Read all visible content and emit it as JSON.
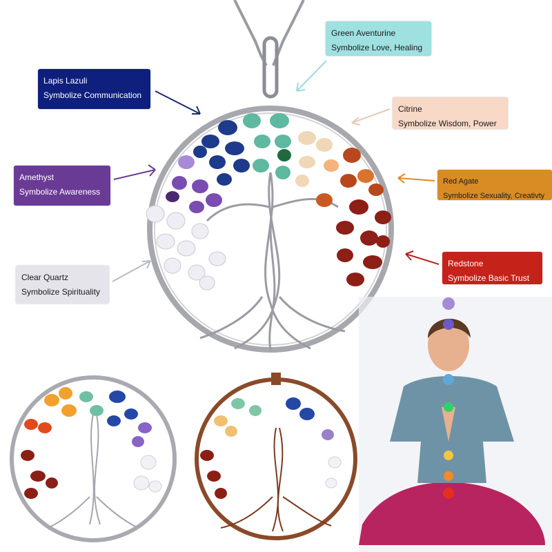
{
  "labels": {
    "green_aventurine": {
      "name": "Green Aventurine",
      "meaning": "Symbolize Love, Healing",
      "bg": "#9fe0e1",
      "arrow": "#9fd9de"
    },
    "lapis_lazuli": {
      "name": "Lapis Lazuli",
      "meaning": "Symbolize Communication",
      "bg": "#0f1f7e",
      "arrow": "#1a2a78"
    },
    "citrine": {
      "name": "Citrine",
      "meaning": "Symbolize Wisdom, Power",
      "bg": "#f8d8c6",
      "arrow": "#e9c9b6"
    },
    "amethyst": {
      "name": "Amethyst",
      "meaning": "Symbolize Awareness",
      "bg": "#6a3b95",
      "arrow": "#6a3b95"
    },
    "red_agate": {
      "name": "Red Agate",
      "meaning": "Symbolize Sexuality, Creativty",
      "bg": "#d98c24",
      "arrow": "#d98c24"
    },
    "clear_quartz": {
      "name": "Clear Quartz",
      "meaning": "Symbolize Spirituality",
      "bg": "#e4e4ea",
      "arrow": "#b9bac2"
    },
    "redstone": {
      "name": "Redstone",
      "meaning": "Symbolize Basic Trust",
      "bg": "#c5221a",
      "arrow": "#b71f1a"
    }
  },
  "colors": {
    "silver_wire": "#a9a9b0",
    "copper_wire": "#8a4a2a",
    "skin": "#e7b18f",
    "shirt": "#6f93a6",
    "pants": "#b8245f"
  }
}
